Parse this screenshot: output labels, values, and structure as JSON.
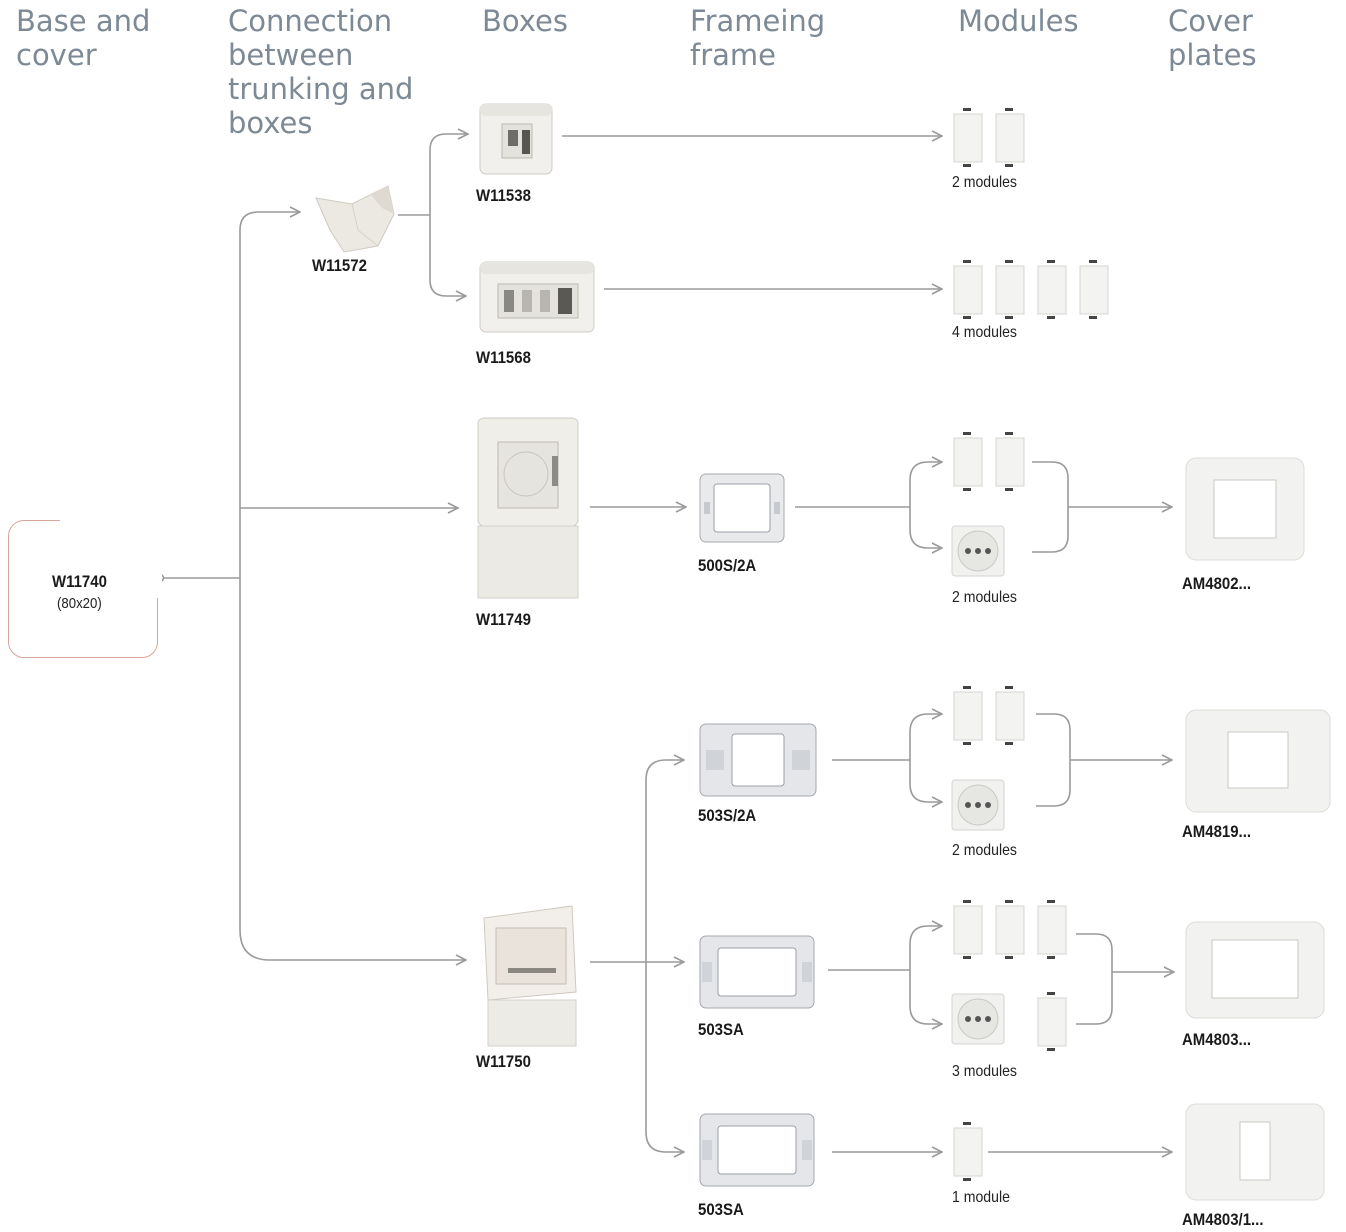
{
  "headers": {
    "base_cover": [
      "Base and",
      "cover"
    ],
    "connection": [
      "Connection",
      "between",
      "trunking and",
      "boxes"
    ],
    "boxes": [
      "Boxes"
    ],
    "frame": [
      "Frameing",
      "frame"
    ],
    "modules": [
      "Modules"
    ],
    "cover_plates": [
      "Cover plates"
    ]
  },
  "source": {
    "code": "W11740",
    "dimensions": "(80x20)"
  },
  "connection_item": {
    "code": "W11572"
  },
  "boxes": [
    {
      "code": "W11538"
    },
    {
      "code": "W11568"
    },
    {
      "code": "W11749"
    },
    {
      "code": "W11750"
    }
  ],
  "frames": [
    {
      "code": "500S/2A"
    },
    {
      "code": "503S/2A"
    },
    {
      "code": "503SA"
    },
    {
      "code": "503SA"
    }
  ],
  "module_labels": [
    "2 modules",
    "4 modules",
    "2 modules",
    "2 modules",
    "3 modules",
    "1 module"
  ],
  "cover_plates": [
    {
      "code": "AM4802..."
    },
    {
      "code": "AM4819..."
    },
    {
      "code": "AM4803..."
    },
    {
      "code": "AM4803/1..."
    }
  ],
  "colors": {
    "wire": "#9a9a9a",
    "header": "#7d8a96",
    "source_border": "#d9a79a"
  }
}
